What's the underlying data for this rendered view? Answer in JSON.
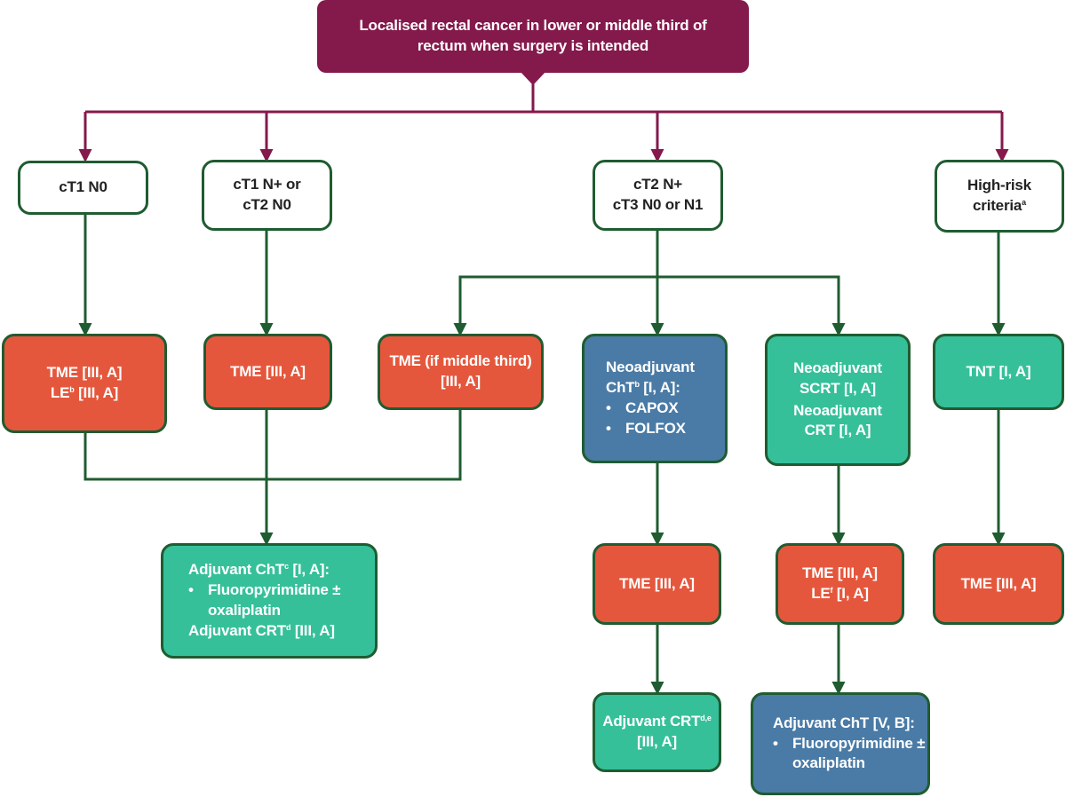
{
  "title": {
    "line1": "Localised rectal cancer in lower or middle third of",
    "line2": "rectum when surgery is intended"
  },
  "stages": {
    "ct1n0": {
      "line1": "cT1 N0"
    },
    "ct1np": {
      "line1": "cT1 N+ or",
      "line2": "cT2 N0"
    },
    "ct2np": {
      "line1": "cT2 N+",
      "line2": "cT3 N0 or N1"
    },
    "highrisk": {
      "line1": "High-risk",
      "line2_text": "criteria",
      "line2_sup": "a"
    }
  },
  "treatments": {
    "tme_le": {
      "line1": "TME [III, A]",
      "line2_a": "LE",
      "line2_sup": "b",
      "line2_b": " [III, A]"
    },
    "tme_ct1np": {
      "line1": "TME [III, A]"
    },
    "tme_middle": {
      "line1": "TME (if middle third)",
      "line2": "[III, A]"
    },
    "neo_cht": {
      "line1": "Neoadjuvant",
      "line2_a": "ChT",
      "line2_sup": "b",
      "line2_b": " [I, A]:",
      "bullet1": "CAPOX",
      "bullet2": "FOLFOX"
    },
    "neo_scrt": {
      "line1": "Neoadjuvant",
      "line2": "SCRT [I, A]",
      "line3": "Neoadjuvant",
      "line4": "CRT [I, A]"
    },
    "tnt": {
      "line1": "TNT [I, A]"
    },
    "adj_cht": {
      "line1_a": "Adjuvant ChT",
      "line1_sup": "c",
      "line1_b": " [I, A]:",
      "bullet1": "Fluoropyrimidine ±",
      "bullet1_cont": "oxaliplatin",
      "line3_a": "Adjuvant CRT",
      "line3_sup": "d",
      "line3_b": " [III, A]"
    },
    "tme_after_neo": {
      "line1": "TME [III, A]"
    },
    "tme_le_after_scrt": {
      "line1": "TME [III, A]",
      "line2_a": "LE",
      "line2_sup": "f",
      "line2_b": " [I, A]"
    },
    "tme_tnt": {
      "line1": "TME [III, A]"
    },
    "adj_crt": {
      "line1_a": "Adjuvant CRT",
      "line1_sup": "d,e",
      "line2": "[III, A]"
    },
    "adj_cht_vb": {
      "line1": "Adjuvant ChT [V, B]:",
      "bullet1": "Fluoropyrimidine ±",
      "bullet1_cont": "oxaliplatin"
    }
  },
  "colors": {
    "title_bg": "#84194b",
    "title_arrows": "#84194b",
    "flow_arrows": "#1f5c31",
    "surgery": "#e5573c",
    "therapy_teal": "#35c09a",
    "chemo_blue": "#4a7ba6"
  }
}
